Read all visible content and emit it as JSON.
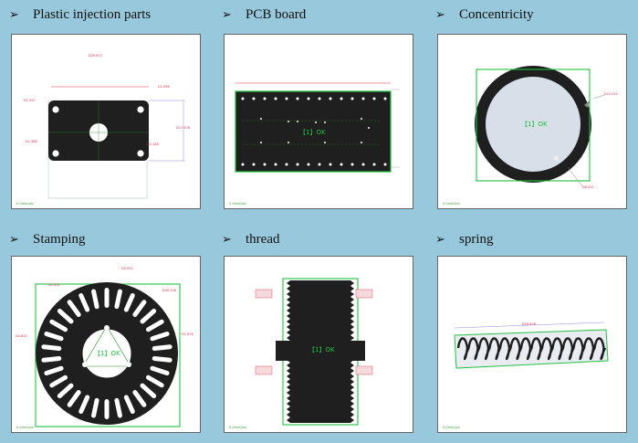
{
  "panels": {
    "plastic": {
      "title": "Plastic injection parts",
      "dims": [
        "D29.873",
        "D1.917",
        "D1.988",
        "D1.998",
        "D1.168",
        "D17.978"
      ],
      "scale": "0.0mm/pix"
    },
    "pcb": {
      "title": "PCB board",
      "ok": "【1】OK",
      "scale": "0.0mm/pix"
    },
    "conc": {
      "title": "Concentricity",
      "ok": "【1】OK",
      "dims": [
        "D12.042",
        "D8.022"
      ],
      "scale": "0.0mm/pix"
    },
    "stamp": {
      "title": "Stamping",
      "ok": "【1】OK",
      "dims": [
        "D2.002",
        "D1.411",
        "D49.146",
        "D2.825",
        "D1.876"
      ],
      "scale": "0.0mm/pix"
    },
    "thread": {
      "title": "thread",
      "ok": "【1】OK",
      "scale": "0.0mm/pix"
    },
    "spring": {
      "title": "spring",
      "dims": [
        "D28.836"
      ],
      "scale": "0.0mm/pix"
    }
  },
  "colors": {
    "background": "#98c8dc",
    "ok": "#22c040",
    "dim": "#e0304a",
    "part": "#1f1f1f"
  }
}
